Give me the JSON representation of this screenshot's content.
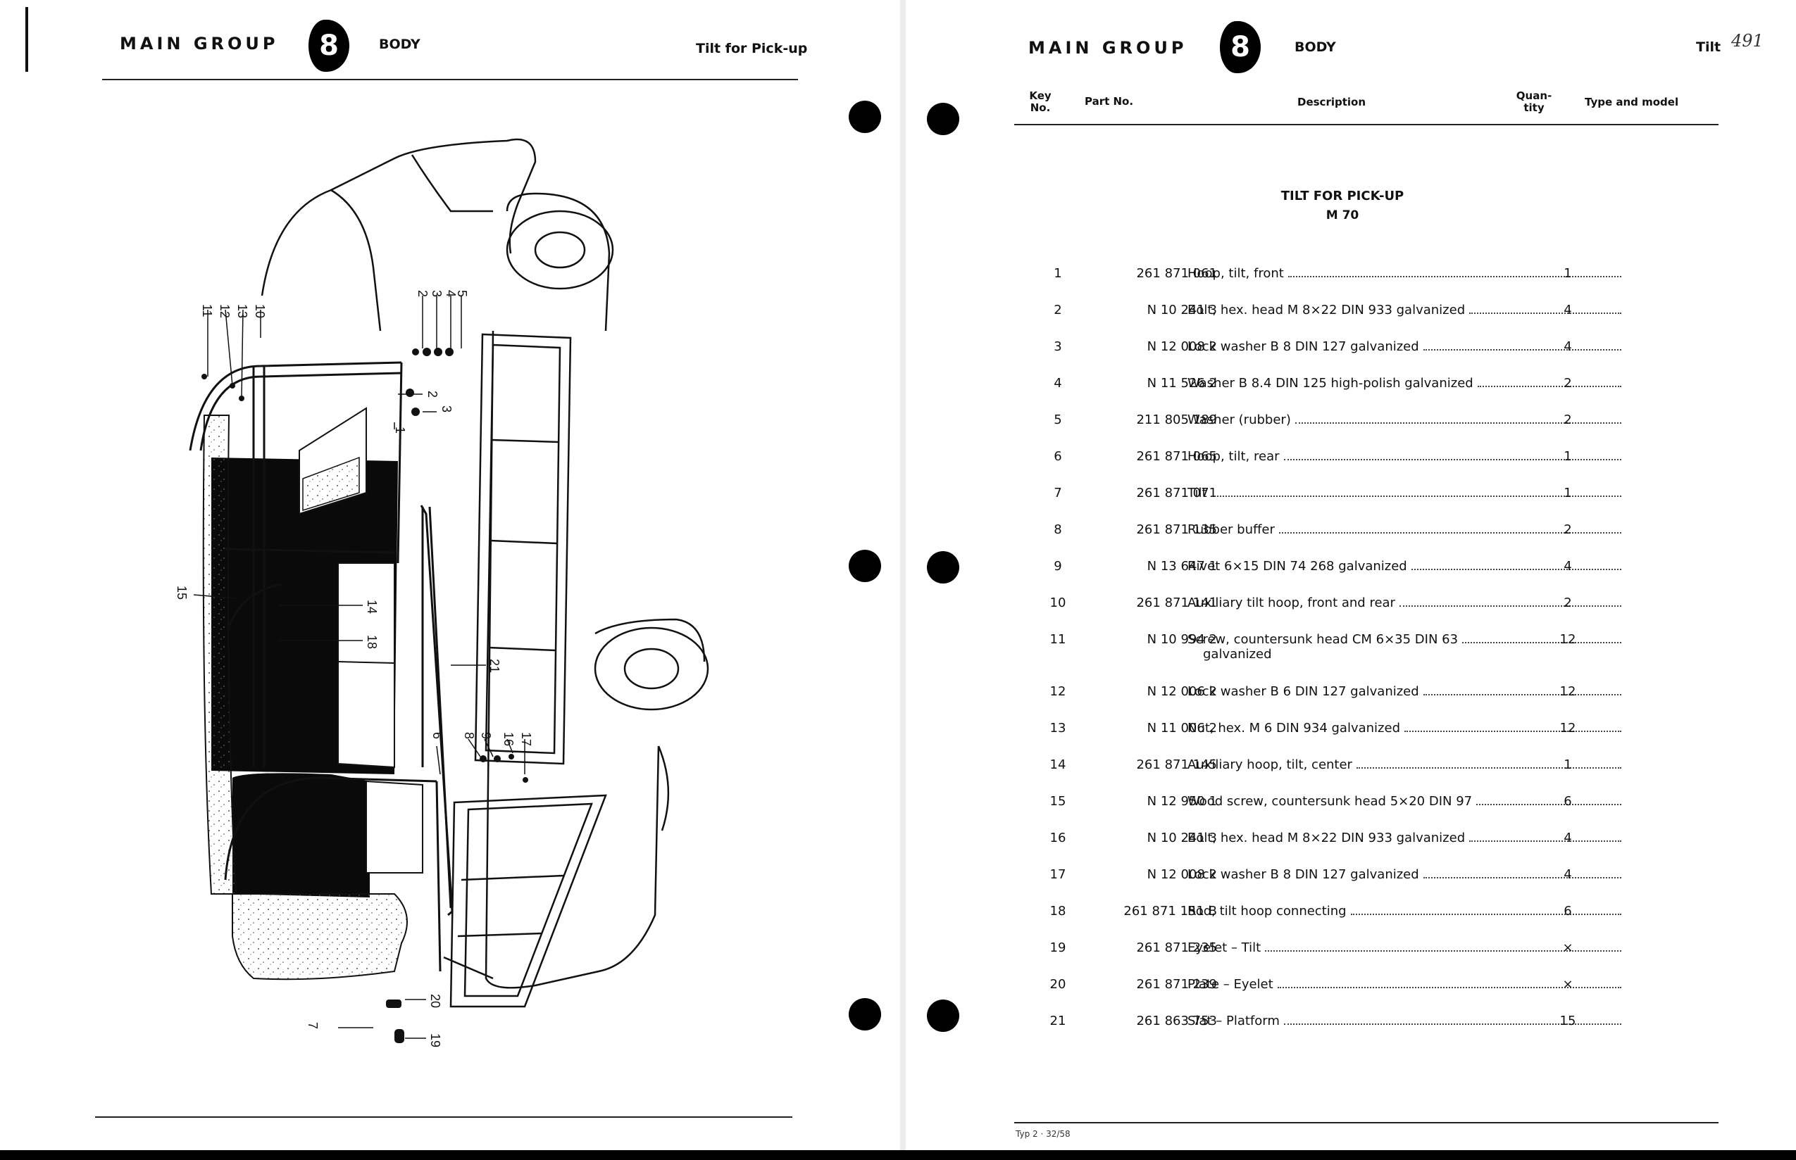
{
  "left_page": {
    "main_group": "MAIN GROUP",
    "group_number": "8",
    "group_name": "BODY",
    "page_title": "Tilt for Pick-up",
    "callouts": [
      "1",
      "2",
      "3",
      "4",
      "5",
      "6",
      "7",
      "8",
      "9",
      "10",
      "11",
      "12",
      "13",
      "14",
      "15",
      "16",
      "17",
      "18",
      "19",
      "20",
      "21"
    ]
  },
  "right_page": {
    "main_group": "MAIN GROUP",
    "group_number": "8",
    "group_name": "BODY",
    "page_title": "Tilt",
    "handwritten_note": "491",
    "columns": {
      "key_no": "Key No.",
      "part_no": "Part No.",
      "description": "Description",
      "quantity": "Quan- tity",
      "type_and_model": "Type and model"
    },
    "section_title": "TILT FOR PICK-UP",
    "section_model": "M 70",
    "rows": [
      {
        "key": "1",
        "part": "261 871 061",
        "desc": "Hoop, tilt, front",
        "qty": "1"
      },
      {
        "key": "2",
        "part": "N 10 241 3",
        "desc": "Bolt, hex. head M 8×22 DIN 933 galvanized",
        "qty": "4"
      },
      {
        "key": "3",
        "part": "N 12 008 2",
        "desc": "Lock washer B 8 DIN 127 galvanized",
        "qty": "4"
      },
      {
        "key": "4",
        "part": "N 11 526 2",
        "desc": "Washer B 8.4 DIN 125 high-polish galvanized",
        "qty": "2"
      },
      {
        "key": "5",
        "part": "211 805 189",
        "desc": "Washer (rubber)",
        "qty": "2"
      },
      {
        "key": "6",
        "part": "261 871 065",
        "desc": "Hoop, tilt, rear",
        "qty": "1"
      },
      {
        "key": "7",
        "part": "261 871 071",
        "desc": "Tilt",
        "qty": "1"
      },
      {
        "key": "8",
        "part": "261 871 135",
        "desc": "Rubber buffer",
        "qty": "2"
      },
      {
        "key": "9",
        "part": "N 13 647 1",
        "desc": "Rivet 6×15 DIN 74 268 galvanized",
        "qty": "4"
      },
      {
        "key": "10",
        "part": "261 871 141",
        "desc": "Auxiliary tilt hoop, front and rear",
        "qty": "2"
      },
      {
        "key": "11",
        "part": "N 10 994 2",
        "desc": "Screw, countersunk head CM 6×35 DIN 63",
        "desc2": "galvanized",
        "qty": "12"
      },
      {
        "key": "12",
        "part": "N 12 006 2",
        "desc": "Lock washer B 6 DIN 127 galvanized",
        "qty": "12"
      },
      {
        "key": "13",
        "part": "N 11 006 2",
        "desc": "Nut, hex. M 6 DIN 934 galvanized",
        "qty": "12"
      },
      {
        "key": "14",
        "part": "261 871 145",
        "desc": "Auxiliary hoop, tilt, center",
        "qty": "1"
      },
      {
        "key": "15",
        "part": "N 12 950 1",
        "desc": "Wood screw, countersunk head 5×20 DIN 97",
        "qty": "6"
      },
      {
        "key": "16",
        "part": "N 10 241 3",
        "desc": "Bolt, hex. head M 8×22 DIN 933 galvanized",
        "qty": "4"
      },
      {
        "key": "17",
        "part": "N 12 008 2",
        "desc": "Lock washer B 8 DIN 127 galvanized",
        "qty": "4"
      },
      {
        "key": "18",
        "part": "261 871 151 B",
        "desc": "Rod, tilt hoop connecting",
        "qty": "6"
      },
      {
        "key": "19",
        "part": "261 871 235",
        "desc": "Eyelet – Tilt",
        "qty": "×"
      },
      {
        "key": "20",
        "part": "261 871 239",
        "desc": "Plate – Eyelet",
        "qty": "×"
      },
      {
        "key": "21",
        "part": "261 863 753",
        "desc": "Slat – Platform",
        "qty": "15"
      }
    ],
    "footer": "Typ 2 · 32/58"
  }
}
